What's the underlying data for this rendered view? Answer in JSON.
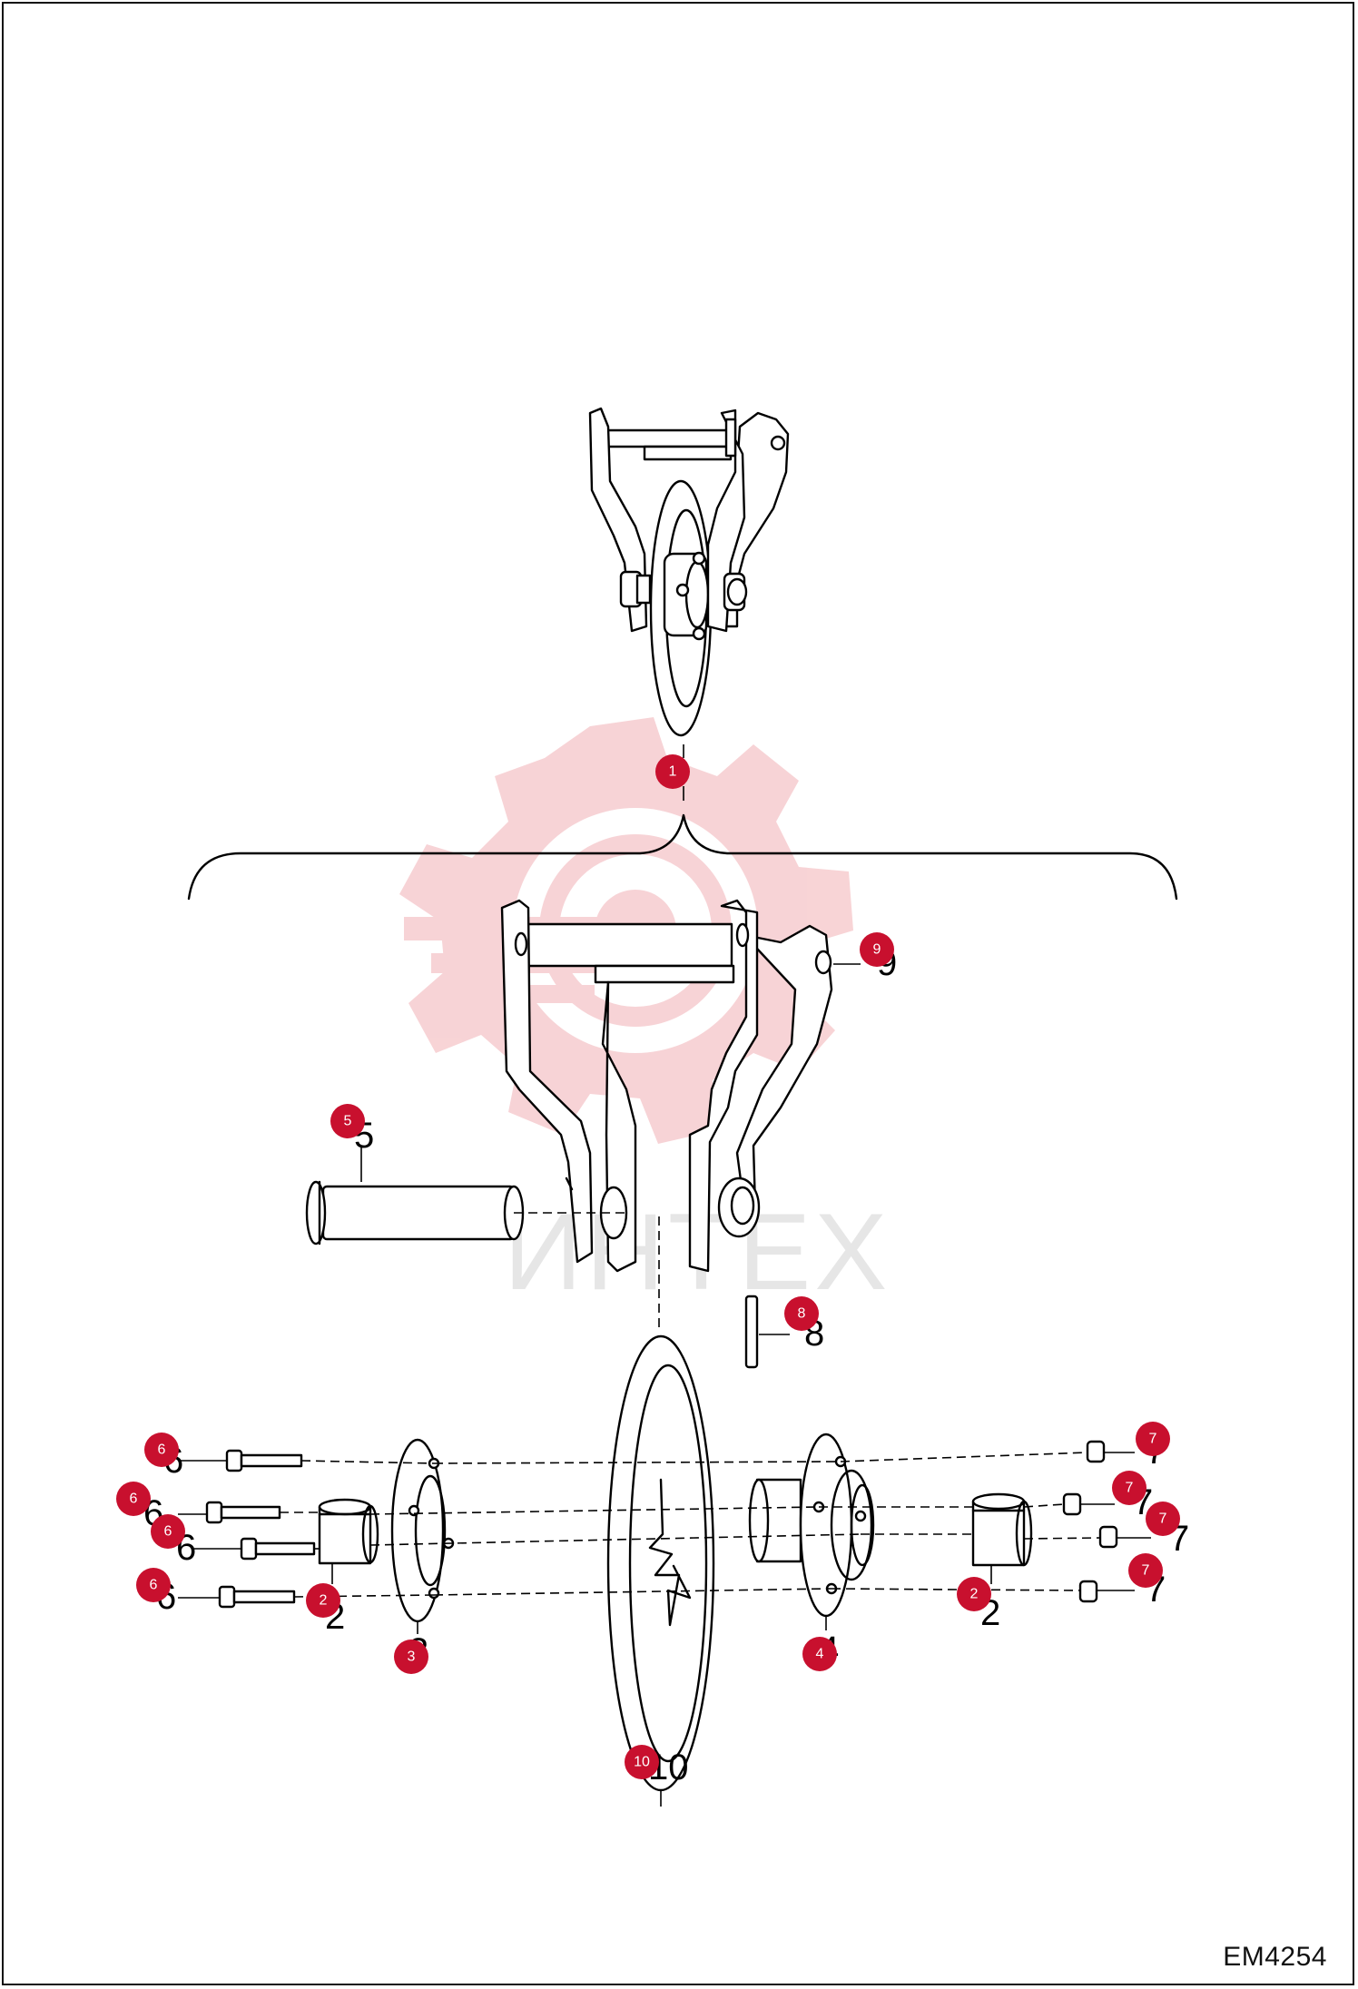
{
  "drawing_code": "EM4254",
  "watermark_text": "ИНТЕХ",
  "callouts": [
    {
      "id": "c1",
      "label": "1"
    },
    {
      "id": "c9",
      "label": "9"
    },
    {
      "id": "c5",
      "label": "5"
    },
    {
      "id": "c8",
      "label": "8"
    },
    {
      "id": "c6a",
      "label": "6"
    },
    {
      "id": "c6b",
      "label": "6"
    },
    {
      "id": "c6c",
      "label": "6"
    },
    {
      "id": "c6d",
      "label": "6"
    },
    {
      "id": "c2a",
      "label": "2"
    },
    {
      "id": "c3",
      "label": "3"
    },
    {
      "id": "c10",
      "label": "10"
    },
    {
      "id": "c4",
      "label": "4"
    },
    {
      "id": "c2b",
      "label": "2"
    },
    {
      "id": "c7a",
      "label": "7"
    },
    {
      "id": "c7b",
      "label": "7"
    },
    {
      "id": "c7c",
      "label": "7"
    },
    {
      "id": "c7d",
      "label": "7"
    }
  ],
  "colors": {
    "callout": "#c8102e",
    "watermark": "#f4c9cc",
    "line": "#000000"
  }
}
